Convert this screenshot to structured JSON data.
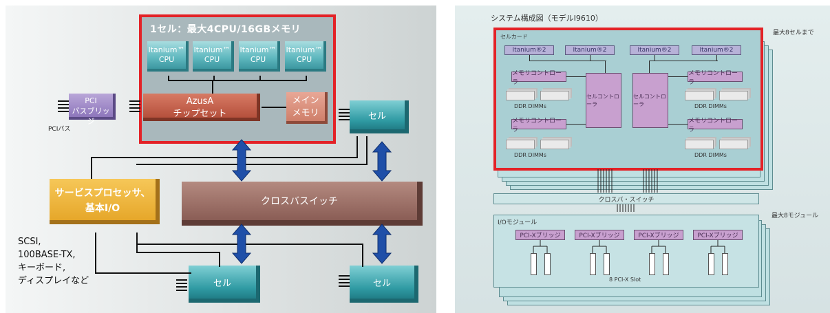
{
  "left_diagram": {
    "cell_card_title": "1セル：最大4CPU/16GBメモリ",
    "cpus": [
      {
        "line1": "Itanium™",
        "line2": "CPU"
      },
      {
        "line1": "Itanium™",
        "line2": "CPU"
      },
      {
        "line1": "Itanium™",
        "line2": "CPU"
      },
      {
        "line1": "Itanium™",
        "line2": "CPU"
      }
    ],
    "chipset_line1": "AzusA",
    "chipset_line2": "チップセット",
    "memory_line1": "メイン",
    "memory_line2": "メモリ",
    "pci_bridge_line1": "PCI",
    "pci_bridge_line2": "バスブリッジ",
    "pci_bus_label": "PCIバス",
    "cell_label": "セル",
    "service_processor_line1": "サービスプロセッサ、",
    "service_processor_line2": "基本I/O",
    "crossbar_label": "クロスバスイッチ",
    "io_list": [
      "SCSI,",
      "100BASE-TX,",
      "キーボード,",
      "ディスプレイなど"
    ]
  },
  "right_diagram": {
    "title": "システム構成図（モデルI9610）",
    "max_cells": "最大8セルまで",
    "cell_card_label": "セルカード",
    "itanium": [
      "Itanium®2",
      "Itanium®2",
      "Itanium®2",
      "Itanium®2"
    ],
    "memory_controllers": [
      "メモリコントローラ",
      "メモリコントローラ",
      "メモリコントローラ",
      "メモリコントローラ"
    ],
    "cell_controllers": [
      "セルコントローラ",
      "セルコントローラ"
    ],
    "dimm_label": "DDR DIMMs",
    "crossbar": "クロスバ・スイッチ",
    "max_modules": "最大8モジュール",
    "io_module_label": "I/Oモジュール",
    "pcix_bridges": [
      "PCI-Xブリッジ",
      "PCI-Xブリッジ",
      "PCI-Xブリッジ",
      "PCI-Xブリッジ"
    ],
    "slot_label": "8 PCI-X Slot"
  },
  "colors": {
    "highlight": "#e32227",
    "cell_teal": "#2f9aa3",
    "crossbar_brown": "#8a5d55",
    "arrow_blue": "#1f4fa8",
    "service_orange": "#e6a72a",
    "right_pink": "#c8a0cf"
  }
}
